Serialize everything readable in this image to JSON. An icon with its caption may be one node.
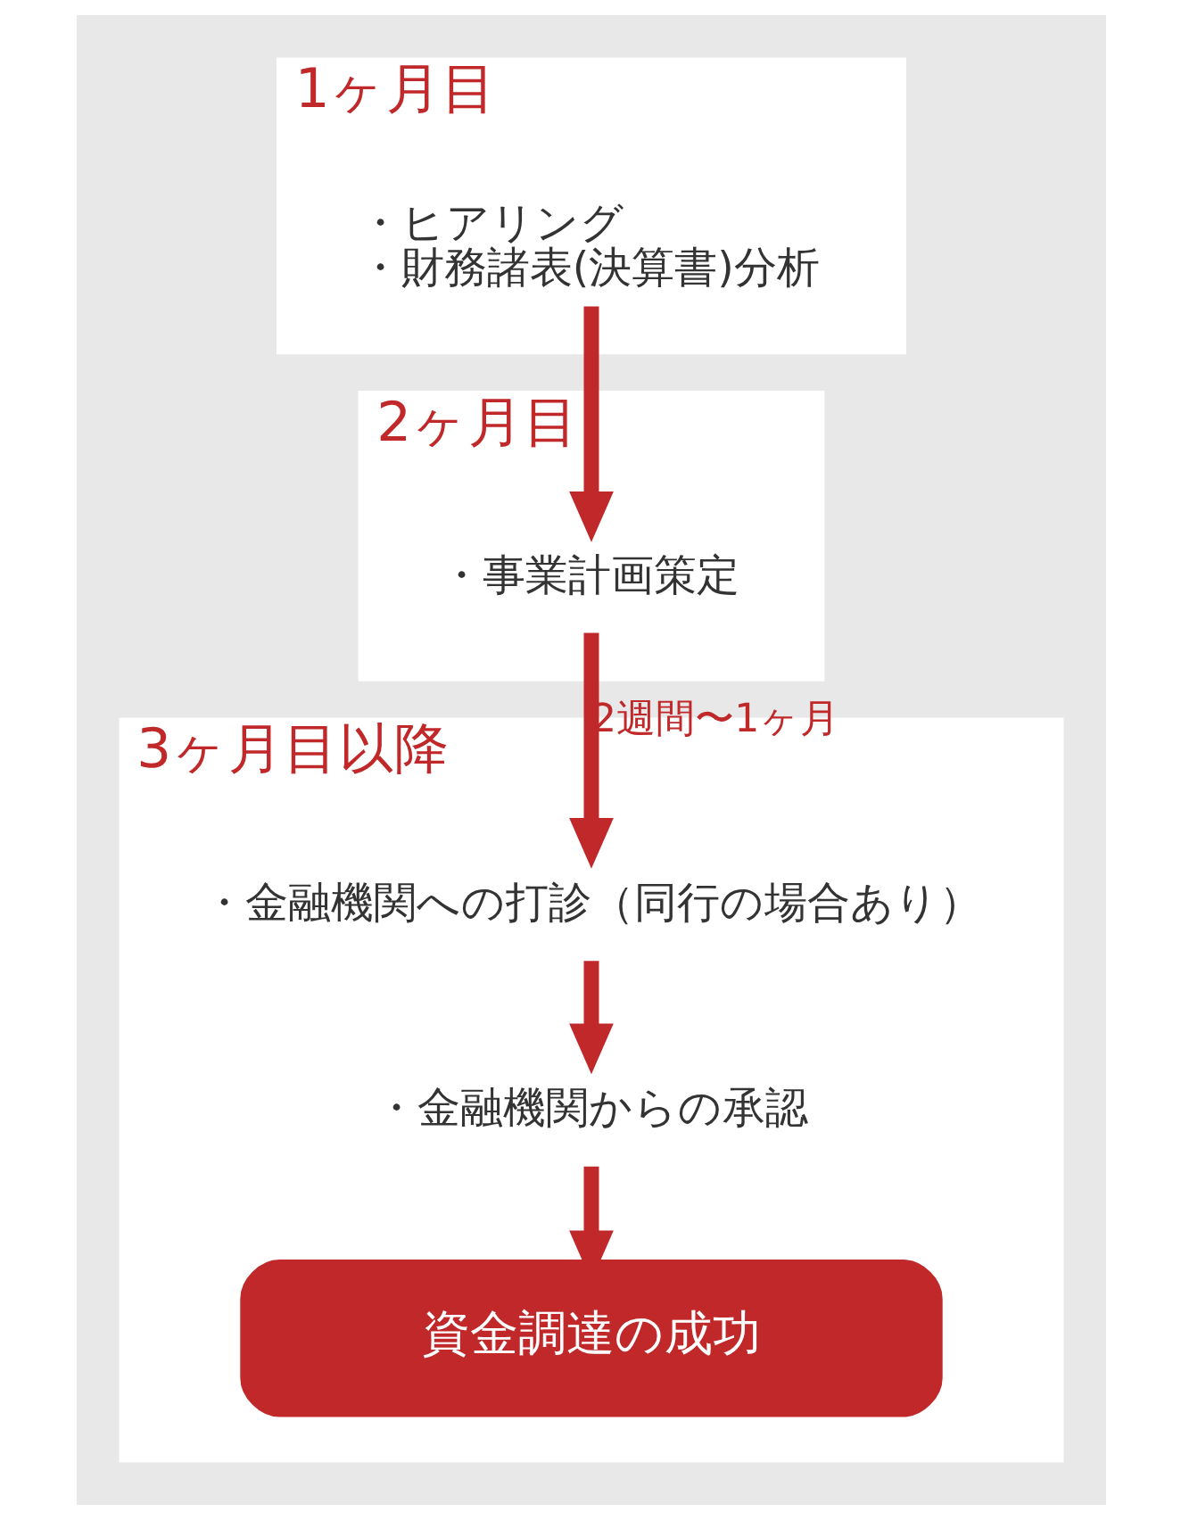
{
  "diagram": {
    "nodes": [
      {
        "text": [
          "1ヶ月目"
        ]
      },
      {
        "text": [
          "・ヒアリング",
          "・財務諸表(決算書)分析"
        ],
        "in": 0
      },
      {
        "text": [
          "2ヶ月目"
        ]
      },
      {
        "text": [
          "・事業計画策定"
        ],
        "in": 2
      },
      {
        "text": [
          "3ヶ月目以降"
        ]
      },
      {
        "text": [
          "・金融機関への打診（同行の場合あり）"
        ],
        "in": 4
      },
      {
        "text": [
          "・金融機関からの承認"
        ],
        "in": 4
      },
      {
        "text": [
          "資金調達の成功"
        ],
        "in": 4
      }
    ],
    "edges": [
      {
        "from": 1,
        "to": 3,
        "arrow": "to"
      },
      {
        "from": 3,
        "to": 5,
        "arrow": "to",
        "label": "2週間〜1ヶ月"
      },
      {
        "from": 5,
        "to": 6,
        "arrow": "to"
      },
      {
        "from": 6,
        "to": 7,
        "arrow": "to"
      }
    ]
  }
}
